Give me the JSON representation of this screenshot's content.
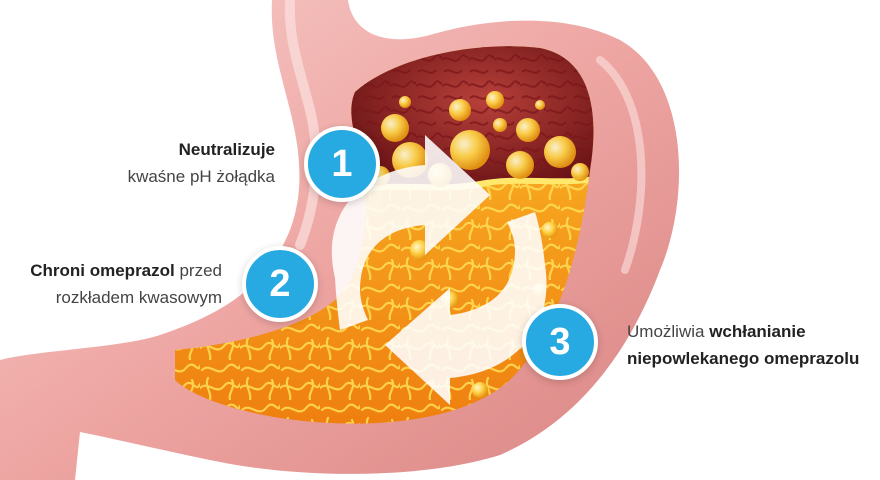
{
  "steps": [
    {
      "number": "1",
      "bold_text": "Neutralizuje",
      "text": "kwaśne pH żołądka"
    },
    {
      "number": "2",
      "bold_text": "Chroni omeprazol",
      "text_after_bold": " przed",
      "text_line2": "rozkładem kwasowym"
    },
    {
      "number": "3",
      "text_before_bold": "Umożliwia ",
      "bold_text": "wchłanianie",
      "bold_line2": "niepowlekanego omeprazolu"
    }
  ],
  "colors": {
    "badge": "#27a9e1",
    "stomach_wall": "#f2b3b0",
    "acid": "#8b1a1a",
    "contents": "#f59a17"
  },
  "icons": {
    "cycle": "circular-arrows-icon",
    "stomach": "stomach-illustration"
  }
}
